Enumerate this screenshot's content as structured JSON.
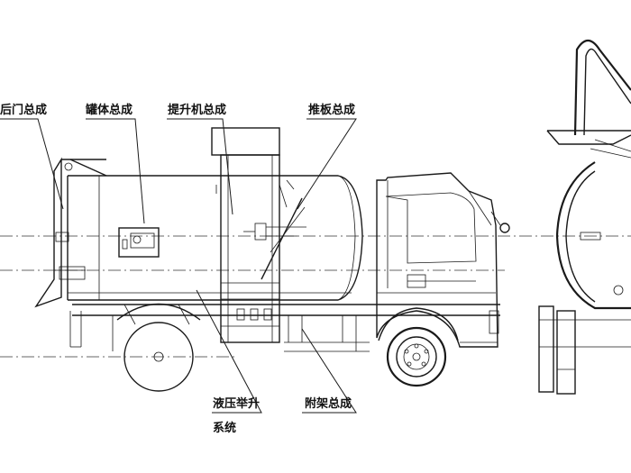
{
  "labels": {
    "rear_door": "后门总成",
    "tank_body": "罐体总成",
    "lifter": "提升机总成",
    "push_plate": "推板总成",
    "hydraulic_lift_line1": "液压举升",
    "hydraulic_lift_line2": "系统",
    "subframe": "附架总成"
  },
  "colors": {
    "line": "#1a1a1a",
    "background": "#ffffff"
  }
}
